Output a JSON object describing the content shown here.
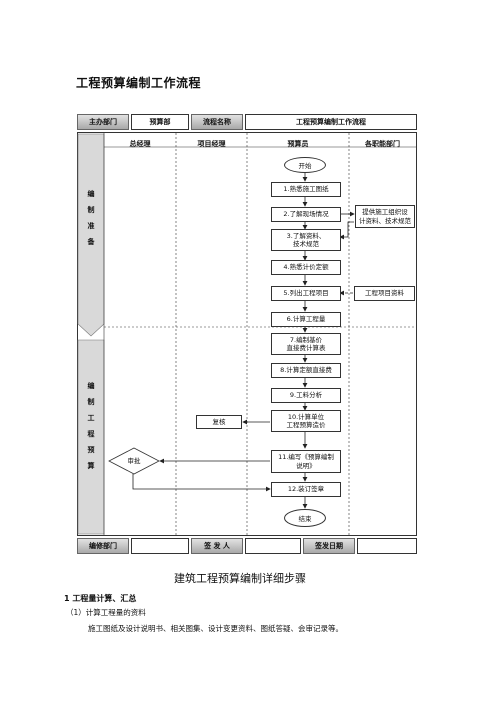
{
  "doc_title": "工程预算编制工作流程",
  "header": {
    "dept_label": "主办部门",
    "dept_value": "预算部",
    "process_label": "流程名称",
    "process_value": "工程预算编制工作流程"
  },
  "columns": [
    "总经理",
    "项目经理",
    "预算员",
    "各职能部门"
  ],
  "phases": [
    "编制准备",
    "编制工程预算"
  ],
  "nodes": {
    "start": "开始",
    "s1": "1.熟悉施工图纸",
    "s2": "2.了解现场情况",
    "s3": "3.了解资料、\n技术规范",
    "s4": "4.熟悉计价定额",
    "s5": "5.列出工程项目",
    "s6": "6.计算工程量",
    "s7": "7.编制基价\n直接费计算表",
    "s8": "8.计算定额直接费",
    "s9": "9.工料分析",
    "s10": "10.计算单位\n工程预算造价",
    "s11": "11.编写《预算编制\n说明》",
    "s12": "12.装订签章",
    "end": "结束",
    "dept1": "提供施工组织设\n计资料、技术规范",
    "dept2": "工程项目资料",
    "recheck": "复核",
    "approve": "审批"
  },
  "footer": {
    "dept_label": "编修部门",
    "issuer_label": "签 发 人",
    "date_label": "签发日期"
  },
  "section_title": "建筑工程预算编制详细步骤",
  "heading1": "1  工程量计算、汇总",
  "heading2": "（1）计算工程量的资料",
  "paragraph": "施工图纸及设计说明书、相关图集、设计变更资料、图纸答疑、会审记录等。"
}
